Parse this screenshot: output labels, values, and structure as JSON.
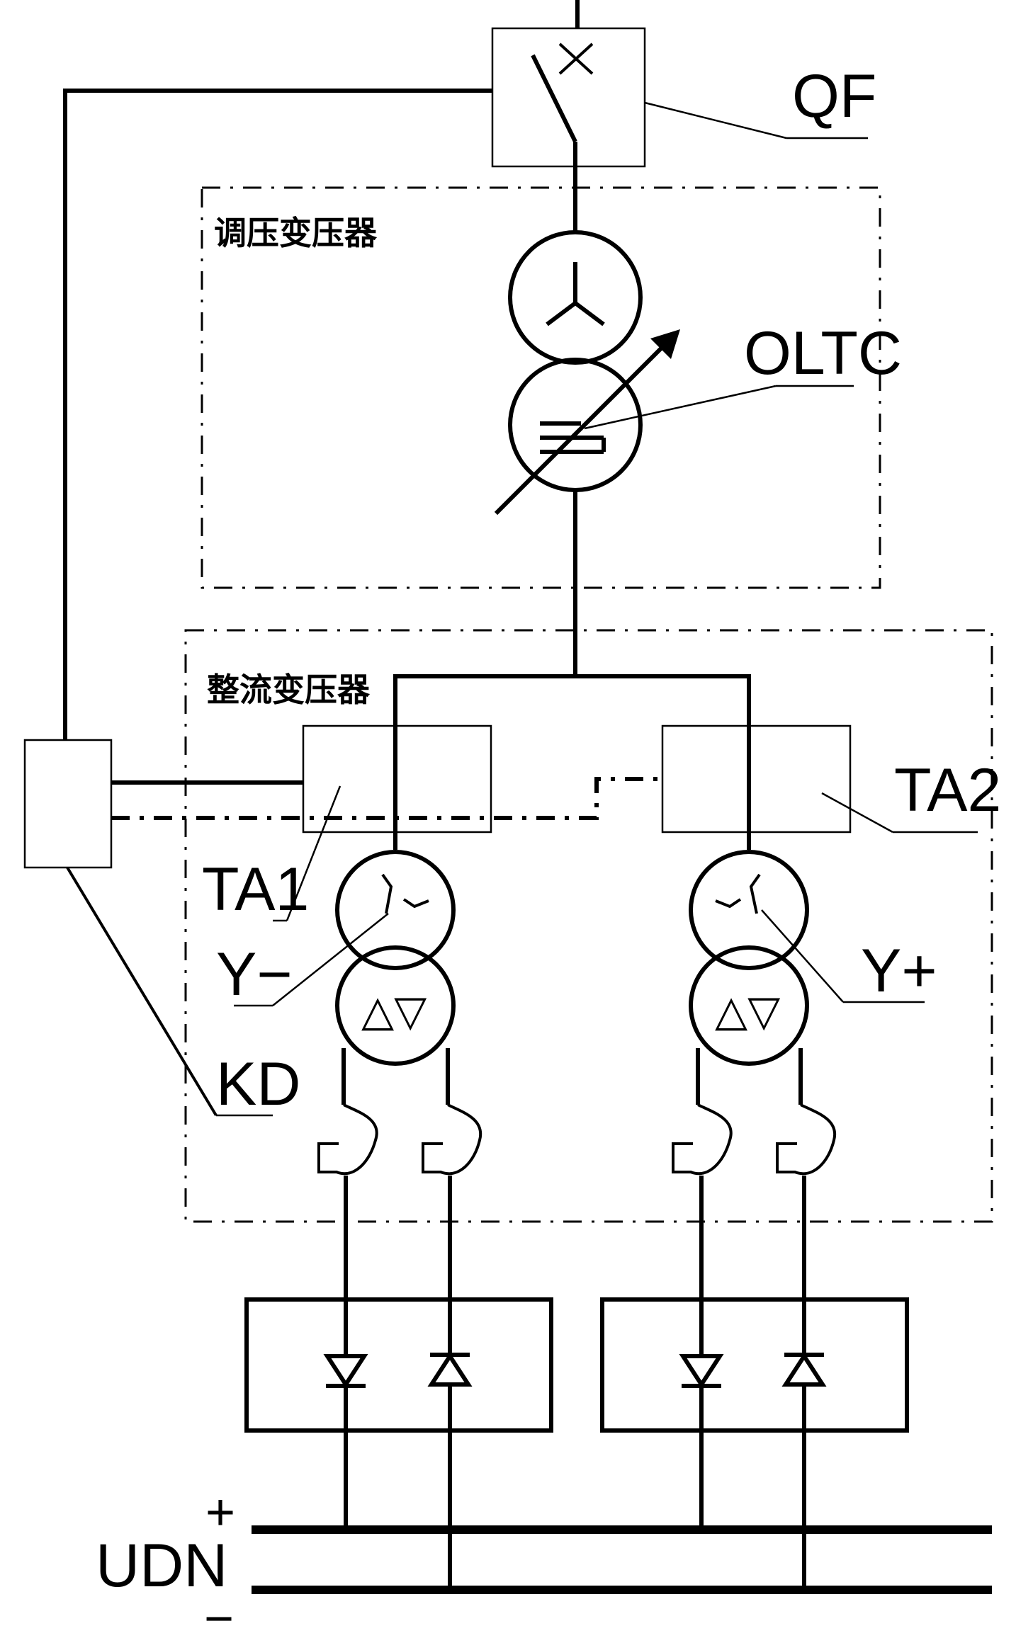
{
  "labels": {
    "qf": "QF",
    "oltc": "OLTC",
    "regulating_transformer": "调压变压器",
    "rectifier_transformer": "整流变压器",
    "ta1": "TA1",
    "ta2": "TA2",
    "y_minus": "Y−",
    "y_plus": "Y+",
    "kd": "KD",
    "udn": "UDN",
    "plus": "+",
    "minus": "−",
    "delta_symbols": "△▽"
  },
  "icons": {
    "breaker": "circuit-breaker-icon",
    "transformer": "transformer-winding-icon",
    "diode": "diode-icon"
  }
}
